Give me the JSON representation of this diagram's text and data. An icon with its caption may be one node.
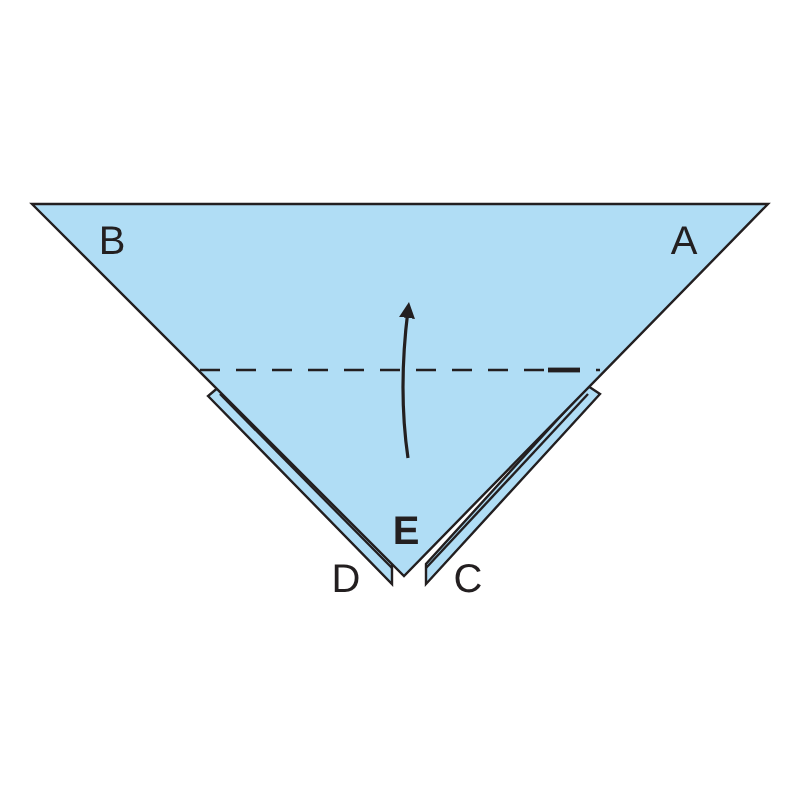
{
  "diagram": {
    "labels": [
      "B",
      "A",
      "E",
      "D",
      "C"
    ]
  }
}
